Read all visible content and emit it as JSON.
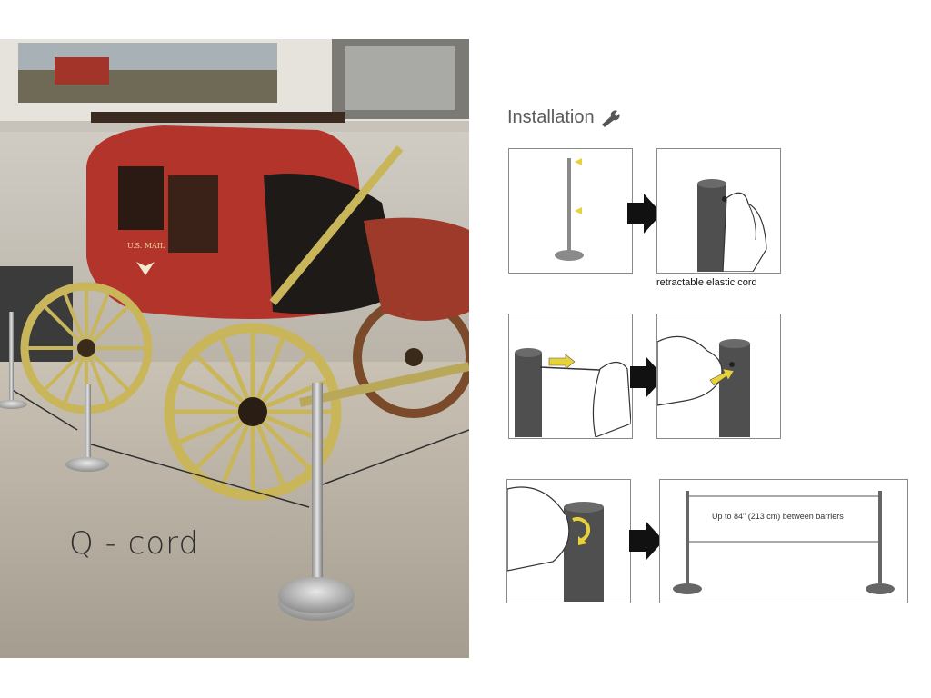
{
  "photo": {
    "label": "Q - cord",
    "coach_text": "U.S. MAIL"
  },
  "installation": {
    "title": "Installation",
    "icon": "wrench-icon",
    "caption_step1": "retractable elastic cord",
    "span_label": "Up to 84\" (213 cm) between barriers"
  },
  "colors": {
    "coach_red": "#b3342a",
    "wheel_yellow": "#c9b65a",
    "post_steel": "#a8a8a8",
    "diagram_post": "#555555",
    "arrow_yellow": "#e8d23a"
  }
}
